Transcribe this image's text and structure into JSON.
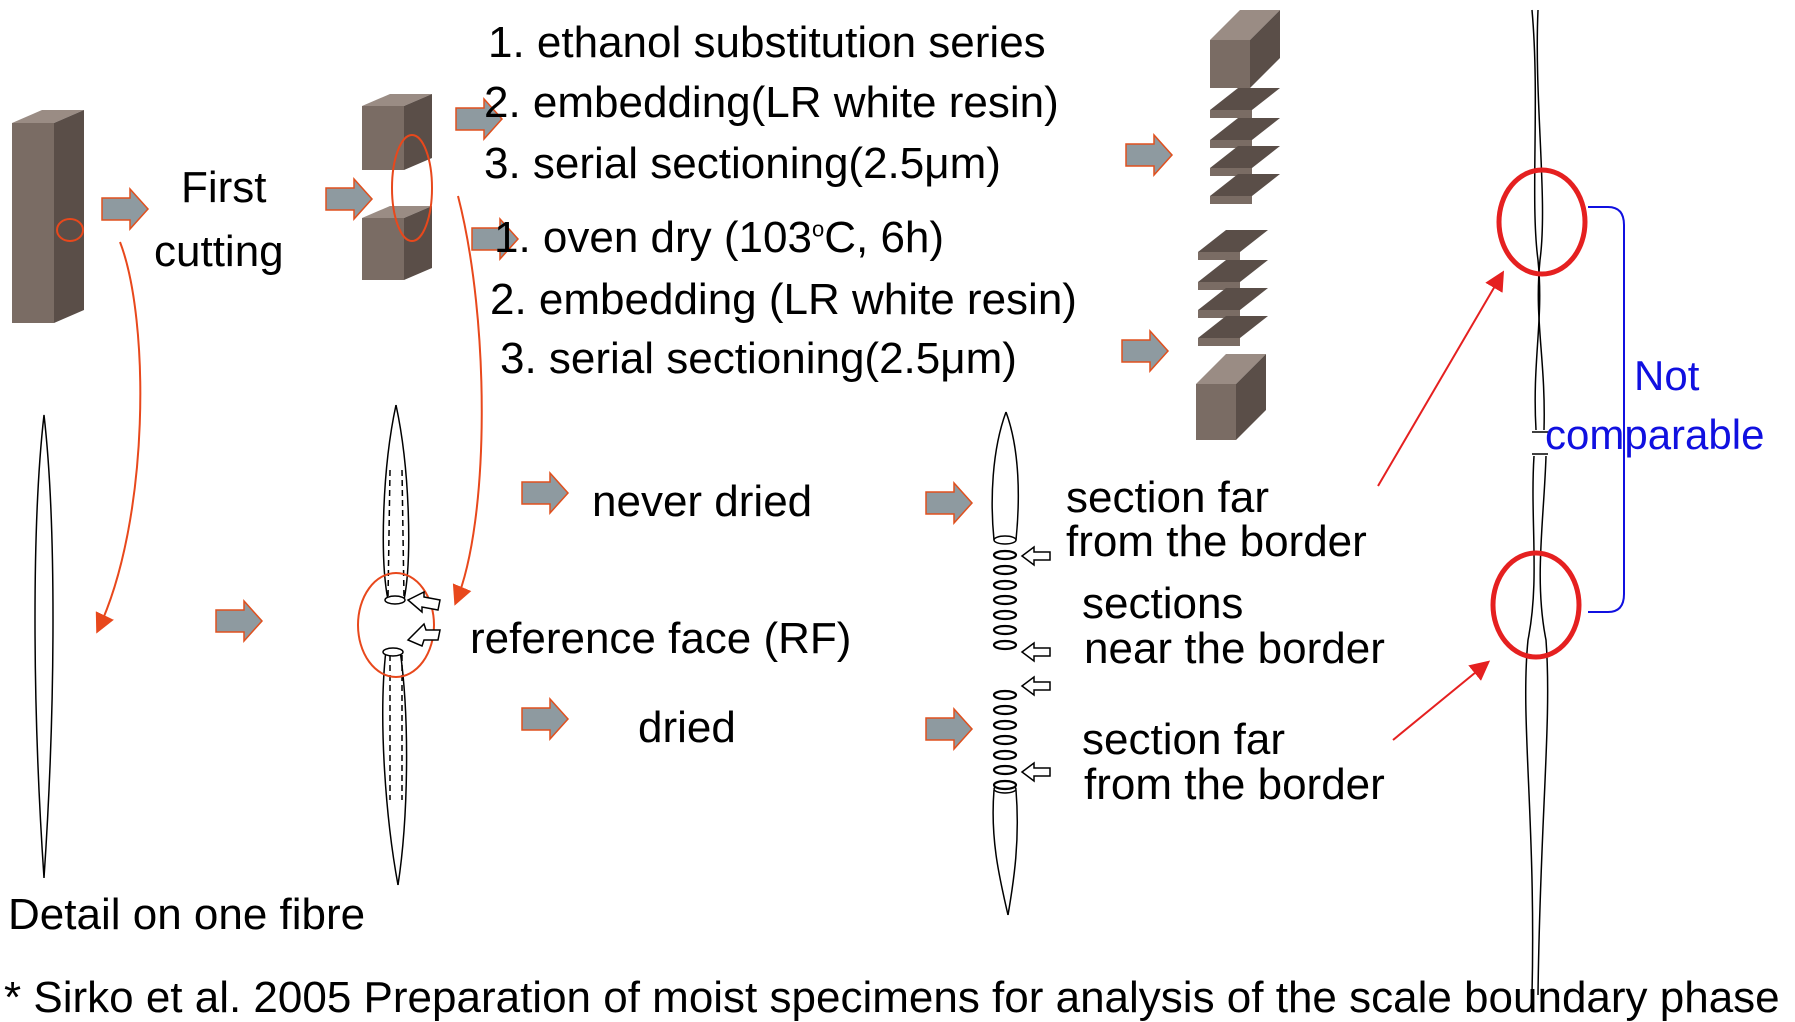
{
  "colors": {
    "block": "#7a6c64",
    "block_dark": "#5a4e48",
    "block_top": "#9a8c84",
    "arrow_fill": "#8e9aa0",
    "arrow_stroke": "#e0501e",
    "red": "#e52020",
    "orange_line": "#e8481c",
    "blue": "#1010e0"
  },
  "labels": {
    "first_1": "First",
    "first_2": "cutting",
    "top_1": "1. ethanol  substitution series",
    "top_2": "2. embedding(LR white resin)",
    "top_3": "3. serial sectioning(2.5μm)",
    "mid_1a": "1. oven dry (103",
    "mid_1sup": "o",
    "mid_1b": "C, 6h)",
    "mid_2": "2. embedding (LR white resin)",
    "mid_3": "3. serial sectioning(2.5μm)",
    "never_dried": "never dried",
    "reference_face": "reference face (RF)",
    "dried": "dried",
    "far_1a": "section far",
    "far_1b": "from the border",
    "near_a": "sections",
    "near_b": "near the border",
    "far_2a": "section far",
    "far_2b": "from the border",
    "not": "Not",
    "comparable": "comparable",
    "detail": "Detail  on one fibre",
    "footnote": "* Sirko et al. 2005 Preparation of moist specimens for analysis of the scale boundary phase"
  },
  "icons": [
    "wood-block-icon",
    "step-arrow-icon",
    "fibre-icon",
    "section-ring-icon",
    "pointer-arrow-icon",
    "highlight-circle-icon"
  ]
}
